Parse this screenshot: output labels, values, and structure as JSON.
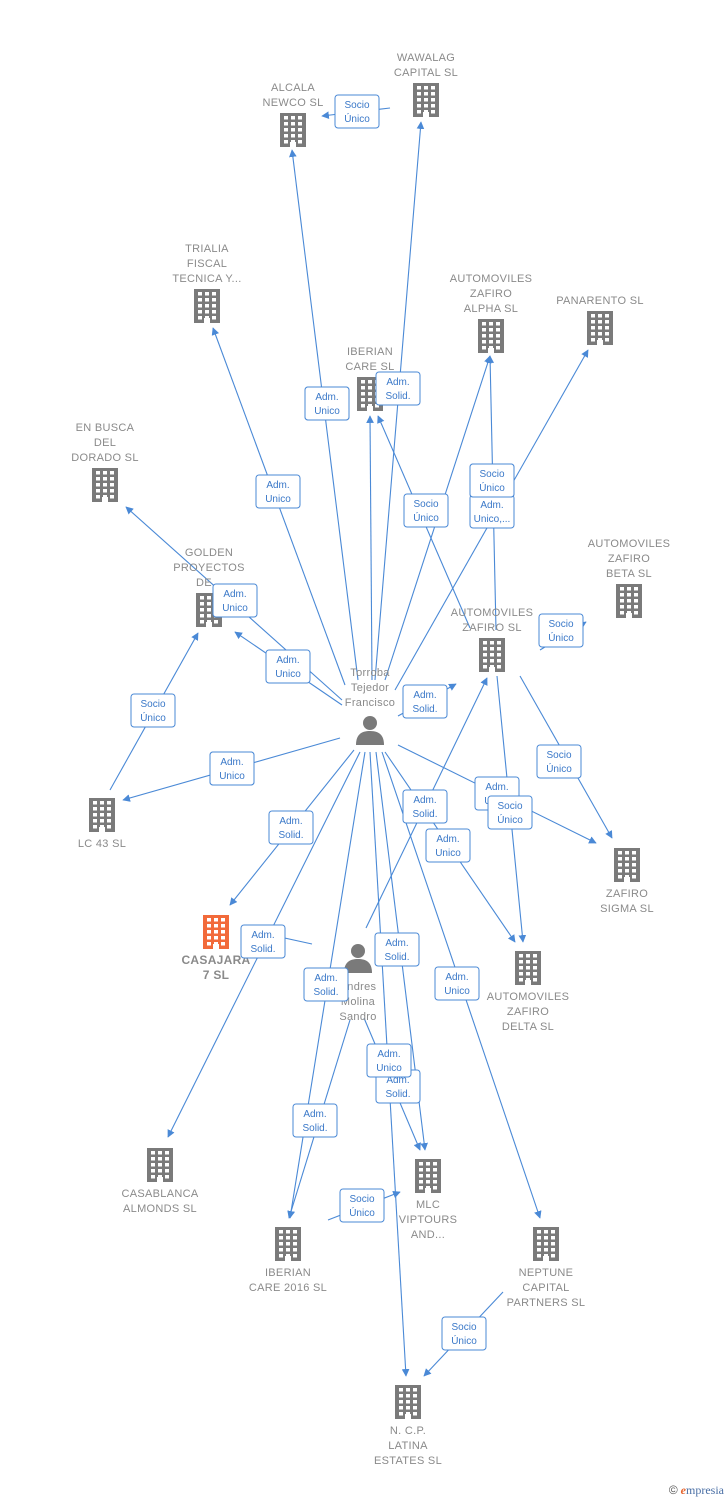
{
  "colors": {
    "edge": "#4a89d6",
    "building": "#7a7a7a",
    "focus": "#f26a3a",
    "person": "#7a7a7a",
    "label": "#8a8a8a"
  },
  "brand": {
    "copyright": "©",
    "first_letter": "e",
    "rest": "mpresia"
  },
  "nodes": [
    {
      "id": "alcala",
      "type": "company",
      "lines": [
        "ALCALA",
        "NEWCO  SL"
      ],
      "label_pos": "above"
    },
    {
      "id": "wawalag",
      "type": "company",
      "lines": [
        "WAWALAG",
        "CAPITAL  SL"
      ],
      "label_pos": "above"
    },
    {
      "id": "trialia",
      "type": "company",
      "lines": [
        "TRIALIA",
        "FISCAL",
        "TECNICA Y..."
      ],
      "label_pos": "above"
    },
    {
      "id": "az_alpha",
      "type": "company",
      "lines": [
        "AUTOMOVILES",
        "ZAFIRO",
        "ALPHA  SL"
      ],
      "label_pos": "above"
    },
    {
      "id": "panarento",
      "type": "company",
      "lines": [
        "PANARENTO SL"
      ],
      "label_pos": "above"
    },
    {
      "id": "iberian_care",
      "type": "company",
      "lines": [
        "IBERIAN",
        "CARE  SL"
      ],
      "label_pos": "above"
    },
    {
      "id": "en_busca",
      "type": "company",
      "lines": [
        "EN BUSCA",
        "DEL",
        "DORADO  SL"
      ],
      "label_pos": "above"
    },
    {
      "id": "golden",
      "type": "company",
      "lines": [
        "GOLDEN",
        "PROYECTOS",
        "DE..."
      ],
      "label_pos": "above"
    },
    {
      "id": "az_beta",
      "type": "company",
      "lines": [
        "AUTOMOVILES",
        "ZAFIRO",
        "BETA  SL"
      ],
      "label_pos": "above"
    },
    {
      "id": "az_sl",
      "type": "company",
      "lines": [
        "AUTOMOVILES",
        "ZAFIRO  SL"
      ],
      "label_pos": "above"
    },
    {
      "id": "torroba",
      "type": "person",
      "lines": [
        "Torroba",
        "Tejedor",
        "Francisco"
      ],
      "label_pos": "above"
    },
    {
      "id": "lc43",
      "type": "company",
      "lines": [
        "LC 43 SL"
      ],
      "label_pos": "below"
    },
    {
      "id": "zafiro_sigma",
      "type": "company",
      "lines": [
        "ZAFIRO",
        "SIGMA  SL"
      ],
      "label_pos": "below"
    },
    {
      "id": "casajara",
      "type": "focus",
      "lines": [
        "CASAJARA",
        "7  SL"
      ],
      "label_pos": "below"
    },
    {
      "id": "andres",
      "type": "person",
      "lines": [
        "Andres",
        "Molina",
        "Sandro"
      ],
      "label_pos": "below"
    },
    {
      "id": "az_delta",
      "type": "company",
      "lines": [
        "AUTOMOVILES",
        "ZAFIRO",
        "DELTA  SL"
      ],
      "label_pos": "below"
    },
    {
      "id": "casablanca",
      "type": "company",
      "lines": [
        "CASABLANCA",
        "ALMONDS  SL"
      ],
      "label_pos": "below"
    },
    {
      "id": "mlc",
      "type": "company",
      "lines": [
        "MLC",
        "VIPTOURS",
        "AND..."
      ],
      "label_pos": "below"
    },
    {
      "id": "iberian2016",
      "type": "company",
      "lines": [
        "IBERIAN",
        "CARE 2016  SL"
      ],
      "label_pos": "below"
    },
    {
      "id": "neptune",
      "type": "company",
      "lines": [
        "NEPTUNE",
        "CAPITAL",
        "PARTNERS  SL"
      ],
      "label_pos": "below"
    },
    {
      "id": "ncp",
      "type": "company",
      "lines": [
        "N. C.P.",
        "LATINA",
        "ESTATES  SL"
      ],
      "label_pos": "below"
    }
  ],
  "edges": [
    {
      "from": "wawalag",
      "to": "alcala",
      "label": [
        "Socio",
        "Único"
      ]
    },
    {
      "from": "torroba",
      "to": "wawalag",
      "label": [
        "Adm.",
        "Unico"
      ]
    },
    {
      "from": "torroba",
      "to": "alcala",
      "label": [
        "Adm.",
        "Unico"
      ]
    },
    {
      "from": "torroba",
      "to": "trialia",
      "label": [
        "Adm.",
        "Unico"
      ]
    },
    {
      "from": "torroba",
      "to": "iberian_care",
      "label": [
        "Adm.",
        "Solid."
      ]
    },
    {
      "from": "torroba",
      "to": "az_alpha",
      "label": [
        "Adm.",
        "Unico,..."
      ]
    },
    {
      "from": "az_sl",
      "to": "az_alpha",
      "label": [
        "Socio",
        "Único"
      ]
    },
    {
      "from": "torroba",
      "to": "panarento",
      "label": [
        "Socio",
        "Único"
      ]
    },
    {
      "from": "az_sl",
      "to": "iberian_care",
      "label": [
        "Socio",
        "Único"
      ]
    },
    {
      "from": "torroba",
      "to": "en_busca",
      "label": [
        "Adm.",
        "Unico"
      ]
    },
    {
      "from": "torroba",
      "to": "golden",
      "label": [
        "Adm.",
        "Unico"
      ]
    },
    {
      "from": "lc43",
      "to": "golden",
      "label": [
        "Socio",
        "Único"
      ]
    },
    {
      "from": "az_sl",
      "to": "az_beta",
      "label": [
        "Socio",
        "Único"
      ]
    },
    {
      "from": "torroba",
      "to": "az_sl",
      "label": [
        "Adm.",
        "Solid."
      ]
    },
    {
      "from": "torroba",
      "to": "lc43",
      "label": [
        "Adm.",
        "Unico"
      ]
    },
    {
      "from": "torroba",
      "to": "zafiro_sigma",
      "label": [
        "Adm.",
        "Unico"
      ]
    },
    {
      "from": "az_sl",
      "to": "zafiro_sigma",
      "label": [
        "Socio",
        "Único"
      ]
    },
    {
      "from": "torroba",
      "to": "casajara",
      "label": [
        "Adm.",
        "Solid."
      ]
    },
    {
      "from": "andres",
      "to": "casajara",
      "label": [
        "Adm.",
        "Solid."
      ]
    },
    {
      "from": "andres",
      "to": "az_sl",
      "label": [
        "Adm.",
        "Solid."
      ]
    },
    {
      "from": "torroba",
      "to": "az_delta",
      "label": [
        "Adm.",
        "Unico"
      ]
    },
    {
      "from": "az_sl",
      "to": "az_delta",
      "label": [
        "Socio",
        "Único"
      ]
    },
    {
      "from": "torroba",
      "to": "casablanca",
      "label": [
        "Adm.",
        "Unico"
      ]
    },
    {
      "from": "torroba",
      "to": "mlc",
      "label": [
        "Adm.",
        "Solid."
      ]
    },
    {
      "from": "andres",
      "to": "mlc",
      "label": [
        "Adm.",
        "Solid."
      ]
    },
    {
      "from": "torroba",
      "to": "iberian2016",
      "label": [
        "Adm.",
        "Solid."
      ]
    },
    {
      "from": "andres",
      "to": "iberian2016",
      "label": [
        "Adm.",
        "Solid."
      ]
    },
    {
      "from": "iberian2016",
      "to": "mlc",
      "label": [
        "Socio",
        "Único"
      ]
    },
    {
      "from": "torroba",
      "to": "neptune",
      "label": [
        "Adm.",
        "Unico"
      ]
    },
    {
      "from": "torroba",
      "to": "ncp",
      "label": [
        "Adm.",
        "Unico"
      ]
    },
    {
      "from": "neptune",
      "to": "ncp",
      "label": [
        "Socio",
        "Único"
      ]
    }
  ]
}
